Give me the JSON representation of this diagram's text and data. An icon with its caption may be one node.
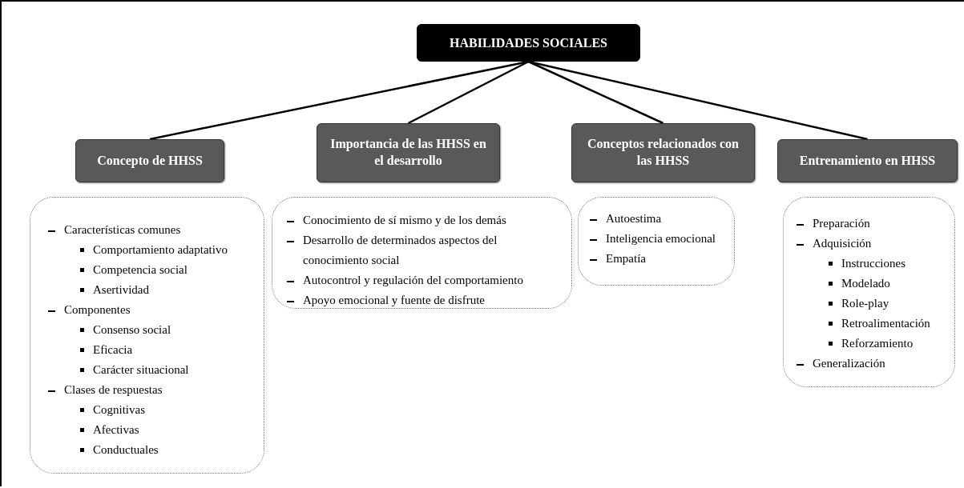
{
  "diagram": {
    "nodes": [
      {
        "text": [
          "HABILIDADES SOCIALES"
        ]
      },
      {
        "text": [
          "Concepto de HHSS"
        ]
      },
      {
        "text": [
          "Importancia de las HHSS en el desarrollo"
        ]
      },
      {
        "text": [
          "Conceptos relacionados con las HHSS"
        ]
      },
      {
        "text": [
          "Entrenamiento en HHSS"
        ]
      },
      {
        "text": [
          "Características comunes",
          "Comportamiento adaptativo",
          "Competencia social",
          "Asertividad",
          "Componentes",
          "Consenso social",
          "Eficacia",
          "Carácter situacional",
          "Clases de respuestas",
          "Cognitivas",
          "Afectivas",
          "Conductuales"
        ]
      },
      {
        "text": [
          "Conocimiento de sí mismo y de los demás",
          "Desarrollo de determinados aspectos del conocimiento social",
          "Autocontrol y regulación del comportamiento",
          "Apoyo emocional y fuente de disfrute"
        ]
      },
      {
        "text": [
          "Autoestima",
          "Inteligencia emocional",
          "Empatía"
        ]
      },
      {
        "text": [
          "Preparación",
          "Adquisición",
          "Instrucciones",
          "Modelado",
          "Role-play",
          "Retroalimentación",
          "Reforzamiento",
          "Generalización"
        ]
      }
    ],
    "edges": [
      {
        "from": 0,
        "to": 1,
        "arrow": "none"
      },
      {
        "from": 0,
        "to": 2,
        "arrow": "none"
      },
      {
        "from": 0,
        "to": 3,
        "arrow": "none"
      },
      {
        "from": 0,
        "to": 4,
        "arrow": "none"
      }
    ]
  }
}
